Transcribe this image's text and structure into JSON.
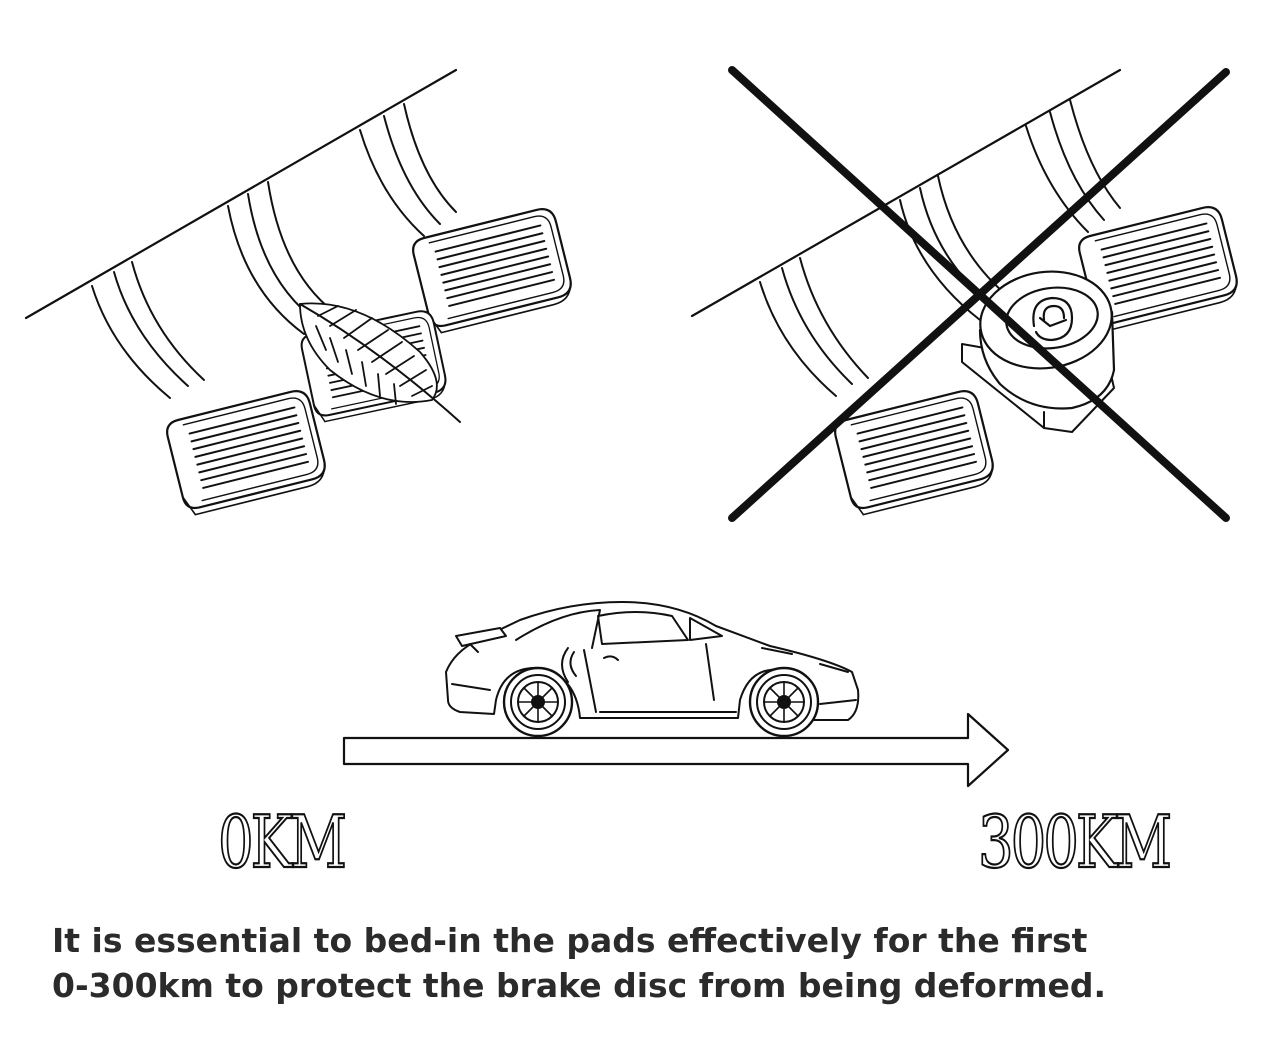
{
  "labels": {
    "start": "0KM",
    "end": "300KM"
  },
  "caption": {
    "line1": "It is essential to bed-in the pads effectively for the first",
    "line2": "0-300km to protect the brake disc from being deformed."
  },
  "icons": {
    "correct_panel": "pedals-with-feather-icon",
    "incorrect_panel": "pedals-with-weight-icon",
    "prohibit_mark": "cross-icon",
    "vehicle": "sports-car-icon",
    "direction": "arrow-right-icon"
  },
  "colors": {
    "line": "#111111",
    "text": "#2b2b2b",
    "background": "#ffffff"
  }
}
